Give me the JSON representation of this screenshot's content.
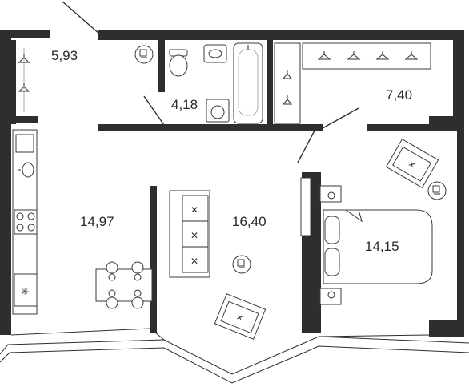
{
  "rooms": [
    {
      "id": "hall",
      "area": "5,93"
    },
    {
      "id": "bathroom",
      "area": "4,18"
    },
    {
      "id": "wardrobe",
      "area": "7,40"
    },
    {
      "id": "kitchen",
      "area": "14,97"
    },
    {
      "id": "living",
      "area": "16,40"
    },
    {
      "id": "bedroom",
      "area": "14,15"
    }
  ],
  "icons": [
    "hanger-icon",
    "toilet-icon",
    "sink-icon",
    "bathtub-icon",
    "washing-machine-icon",
    "stove-icon",
    "fridge-icon",
    "armchair-icon",
    "sofa-icon",
    "bed-icon",
    "dining-table-icon",
    "sensor-icon"
  ],
  "colors": {
    "wall": "#2e2e2e",
    "background": "#ffffff"
  }
}
